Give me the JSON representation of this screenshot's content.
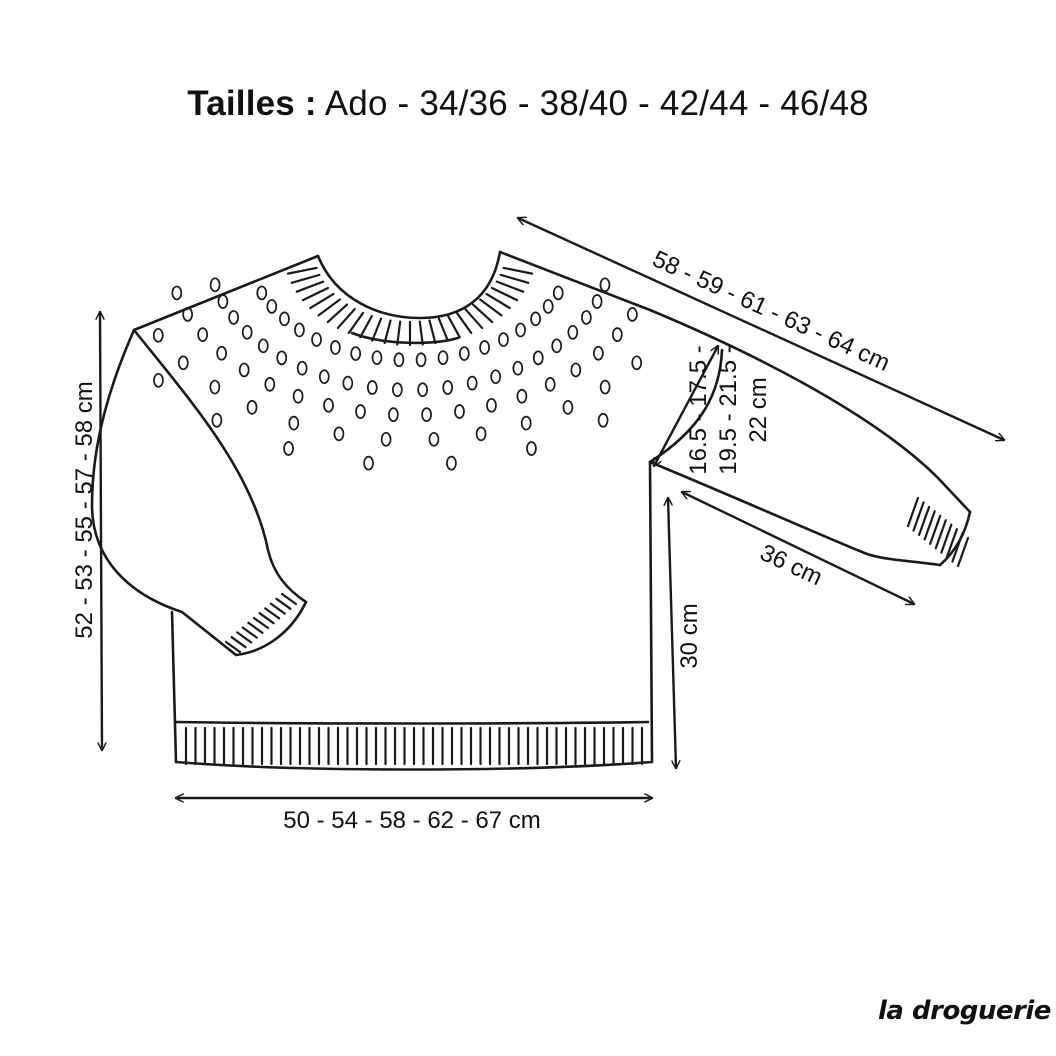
{
  "title": {
    "label": "Tailles :",
    "sizes": "Ado - 34/36 - 38/40 - 42/44 - 46/48"
  },
  "measurements": {
    "sleeve_length": "58 - 59 - 61 - 63 - 64 cm",
    "armhole_line1": "16.5 - 17.5 -",
    "armhole_line2": "19.5 - 21.5 -",
    "armhole_line3": "22 cm",
    "underarm_sleeve": "36 cm",
    "body_length": "30 cm",
    "total_length": "52 - 53 - 55 - 57 - 58 cm",
    "width": "50 - 54 - 58 - 62 - 67 cm"
  },
  "logo": "la droguerie"
}
